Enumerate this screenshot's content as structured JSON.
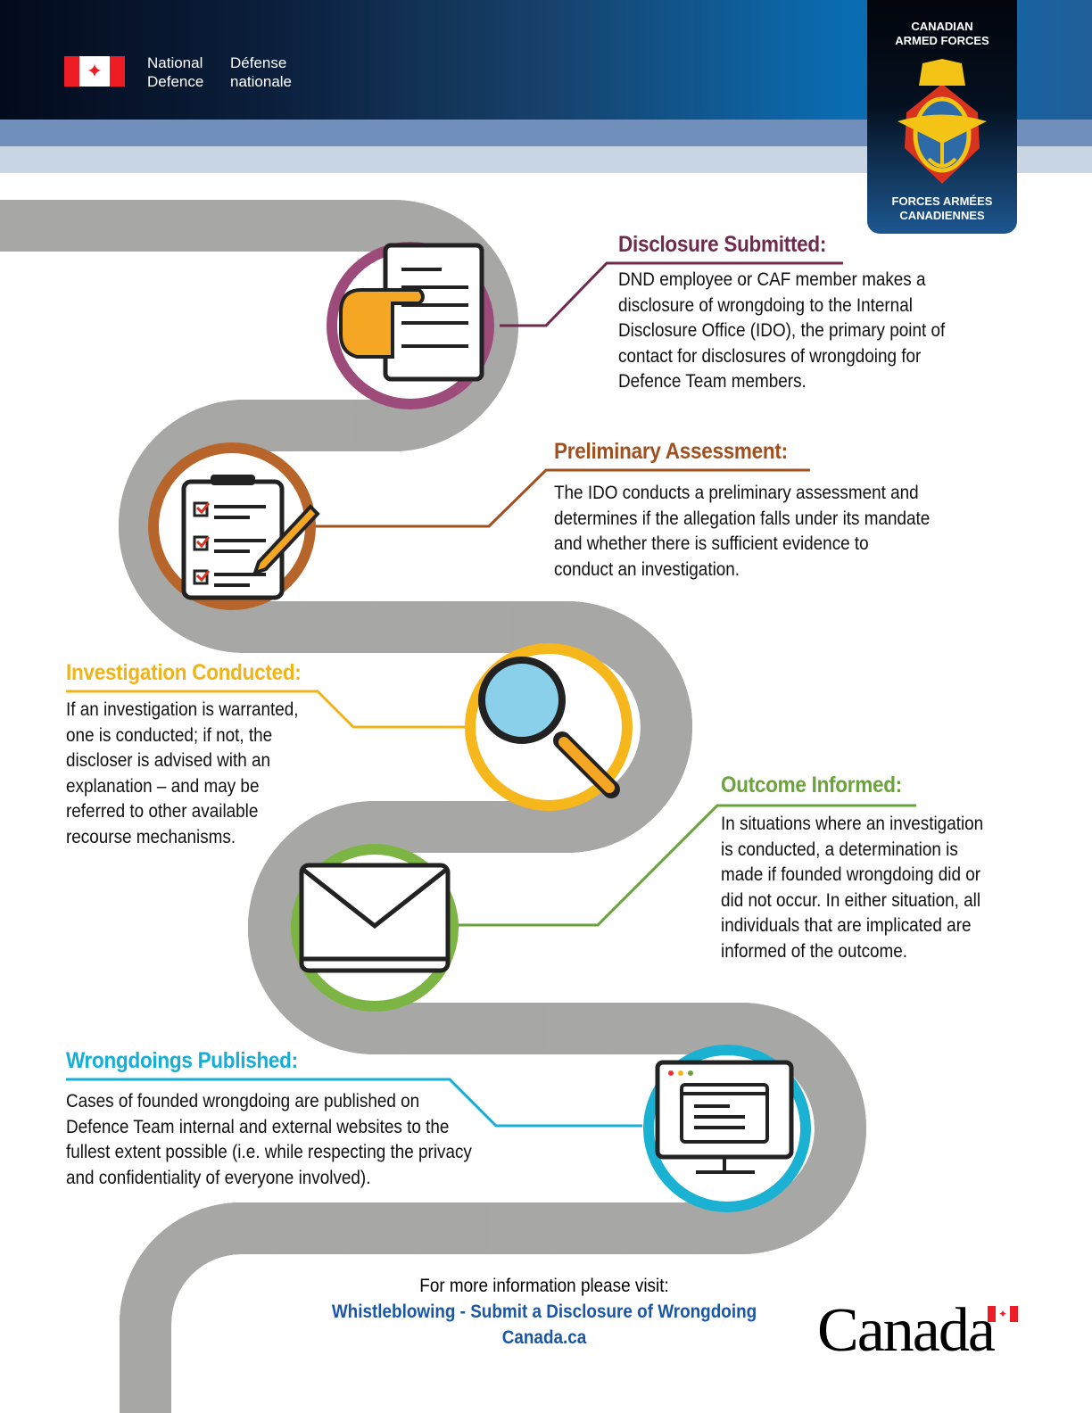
{
  "header": {
    "dept_en": [
      "National",
      "Defence"
    ],
    "dept_fr": [
      "Défense",
      "nationale"
    ],
    "caf_top": [
      "CANADIAN",
      "ARMED FORCES"
    ],
    "caf_bottom": [
      "FORCES ARMÉES",
      "CANADIENNES"
    ]
  },
  "steps": [
    {
      "title": "Disclosure Submitted:",
      "color": "#6e2b4f",
      "ring": "#9c4b7b",
      "icon": "document-hand-icon",
      "lines": [
        "DND employee or CAF member makes a",
        "disclosure of wrongdoing to the Internal",
        "Disclosure Office (IDO), the primary point of",
        "contact for disclosures of wrongdoing for",
        "Defence Team members."
      ]
    },
    {
      "title": "Preliminary Assessment:",
      "color": "#a0501e",
      "ring": "#b8652c",
      "icon": "checklist-clipboard-icon",
      "lines": [
        "The IDO conducts a preliminary assessment and",
        "determines if the allegation falls under its mandate",
        "and whether there is sufficient evidence to",
        "conduct an investigation."
      ]
    },
    {
      "title": "Investigation Conducted:",
      "color": "#f0b418",
      "ring": "#f5b71c",
      "icon": "magnifying-glass-icon",
      "lines": [
        "If an investigation is warranted,",
        "one is conducted; if not, the",
        "discloser is advised with an",
        "explanation – and may be",
        "referred to other available",
        "recourse mechanisms."
      ]
    },
    {
      "title": "Outcome Informed:",
      "color": "#6aa33a",
      "ring": "#7db544",
      "icon": "envelope-icon",
      "lines": [
        "In situations where an investigation",
        "is conducted, a determination is",
        "made if founded wrongdoing did or",
        "did not occur. In either situation, all",
        "individuals that are implicated are",
        "informed of the outcome."
      ]
    },
    {
      "title": "Wrongdoings Published:",
      "color": "#14aed6",
      "ring": "#1ab1d2",
      "icon": "computer-monitor-icon",
      "lines": [
        "Cases of founded wrongdoing are published on",
        "Defence Team internal and external websites to the",
        "fullest extent possible (i.e. while respecting the privacy",
        "and confidentiality of everyone involved)."
      ]
    }
  ],
  "footer": {
    "intro": "For more information please visit:",
    "link": "Whistleblowing - Submit a Disclosure of Wrongdoing",
    "site": "Canada.ca",
    "wordmark": "Canada"
  }
}
